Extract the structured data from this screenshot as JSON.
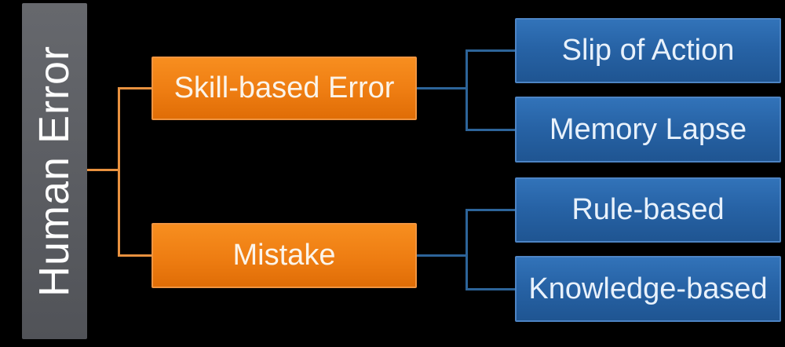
{
  "diagram": {
    "type": "hierarchy-tree",
    "background": "#000000",
    "root": {
      "label": "Human Error",
      "shape_color": "#595b60",
      "children": [
        {
          "label": "Skill-based Error",
          "shape_color": "#ee7d12",
          "children": [
            {
              "label": "Slip of Action",
              "shape_color": "#2763a6"
            },
            {
              "label": "Memory Lapse",
              "shape_color": "#2763a6"
            }
          ]
        },
        {
          "label": "Mistake",
          "shape_color": "#ee7d12",
          "children": [
            {
              "label": "Rule-based",
              "shape_color": "#2763a6"
            },
            {
              "label": "Knowledge-based",
              "shape_color": "#2763a6"
            }
          ]
        }
      ]
    },
    "connector_colors": {
      "left_branch_lines": "#e8913f",
      "right_branch_lines": "#2d6499"
    },
    "text_color": "#fdfdfd"
  }
}
